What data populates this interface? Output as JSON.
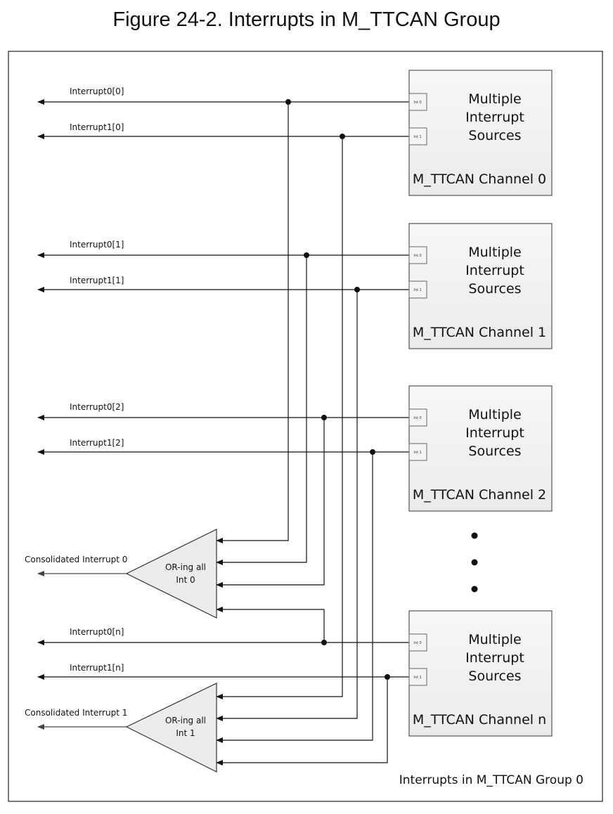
{
  "title": "Figure 24-2.  Interrupts in M_TTCAN Group",
  "group_label": "Interrupts in M_TTCAN Group 0",
  "channels": [
    {
      "source_lines": [
        "Multiple",
        "Interrupt",
        "Sources"
      ],
      "name": "M_TTCAN Channel 0",
      "port0": "Int 0",
      "port1": "Int 1",
      "out0": "Interrupt0[0]",
      "out1": "Interrupt1[0]"
    },
    {
      "source_lines": [
        "Multiple",
        "Interrupt",
        "Sources"
      ],
      "name": "M_TTCAN Channel 1",
      "port0": "Int 0",
      "port1": "Int 1",
      "out0": "Interrupt0[1]",
      "out1": "Interrupt1[1]"
    },
    {
      "source_lines": [
        "Multiple",
        "Interrupt",
        "Sources"
      ],
      "name": "M_TTCAN Channel 2",
      "port0": "Int 0",
      "port1": "Int 1",
      "out0": "Interrupt0[2]",
      "out1": "Interrupt1[2]"
    },
    {
      "source_lines": [
        "Multiple",
        "Interrupt",
        "Sources"
      ],
      "name": "M_TTCAN Channel n",
      "port0": "Int 0",
      "port1": "Int 1",
      "out0": "Interrupt0[n]",
      "out1": "Interrupt1[n]"
    }
  ],
  "or_gates": [
    {
      "lines": [
        "OR-ing all",
        "Int 0"
      ],
      "output": "Consolidated Interrupt 0"
    },
    {
      "lines": [
        "OR-ing all",
        "Int 1"
      ],
      "output": "Consolidated Interrupt 1"
    }
  ],
  "colors": {
    "line": "#111111",
    "box_fill": "#f2f2f2",
    "box_stroke": "#555555",
    "gate_fill": "#ececec"
  }
}
